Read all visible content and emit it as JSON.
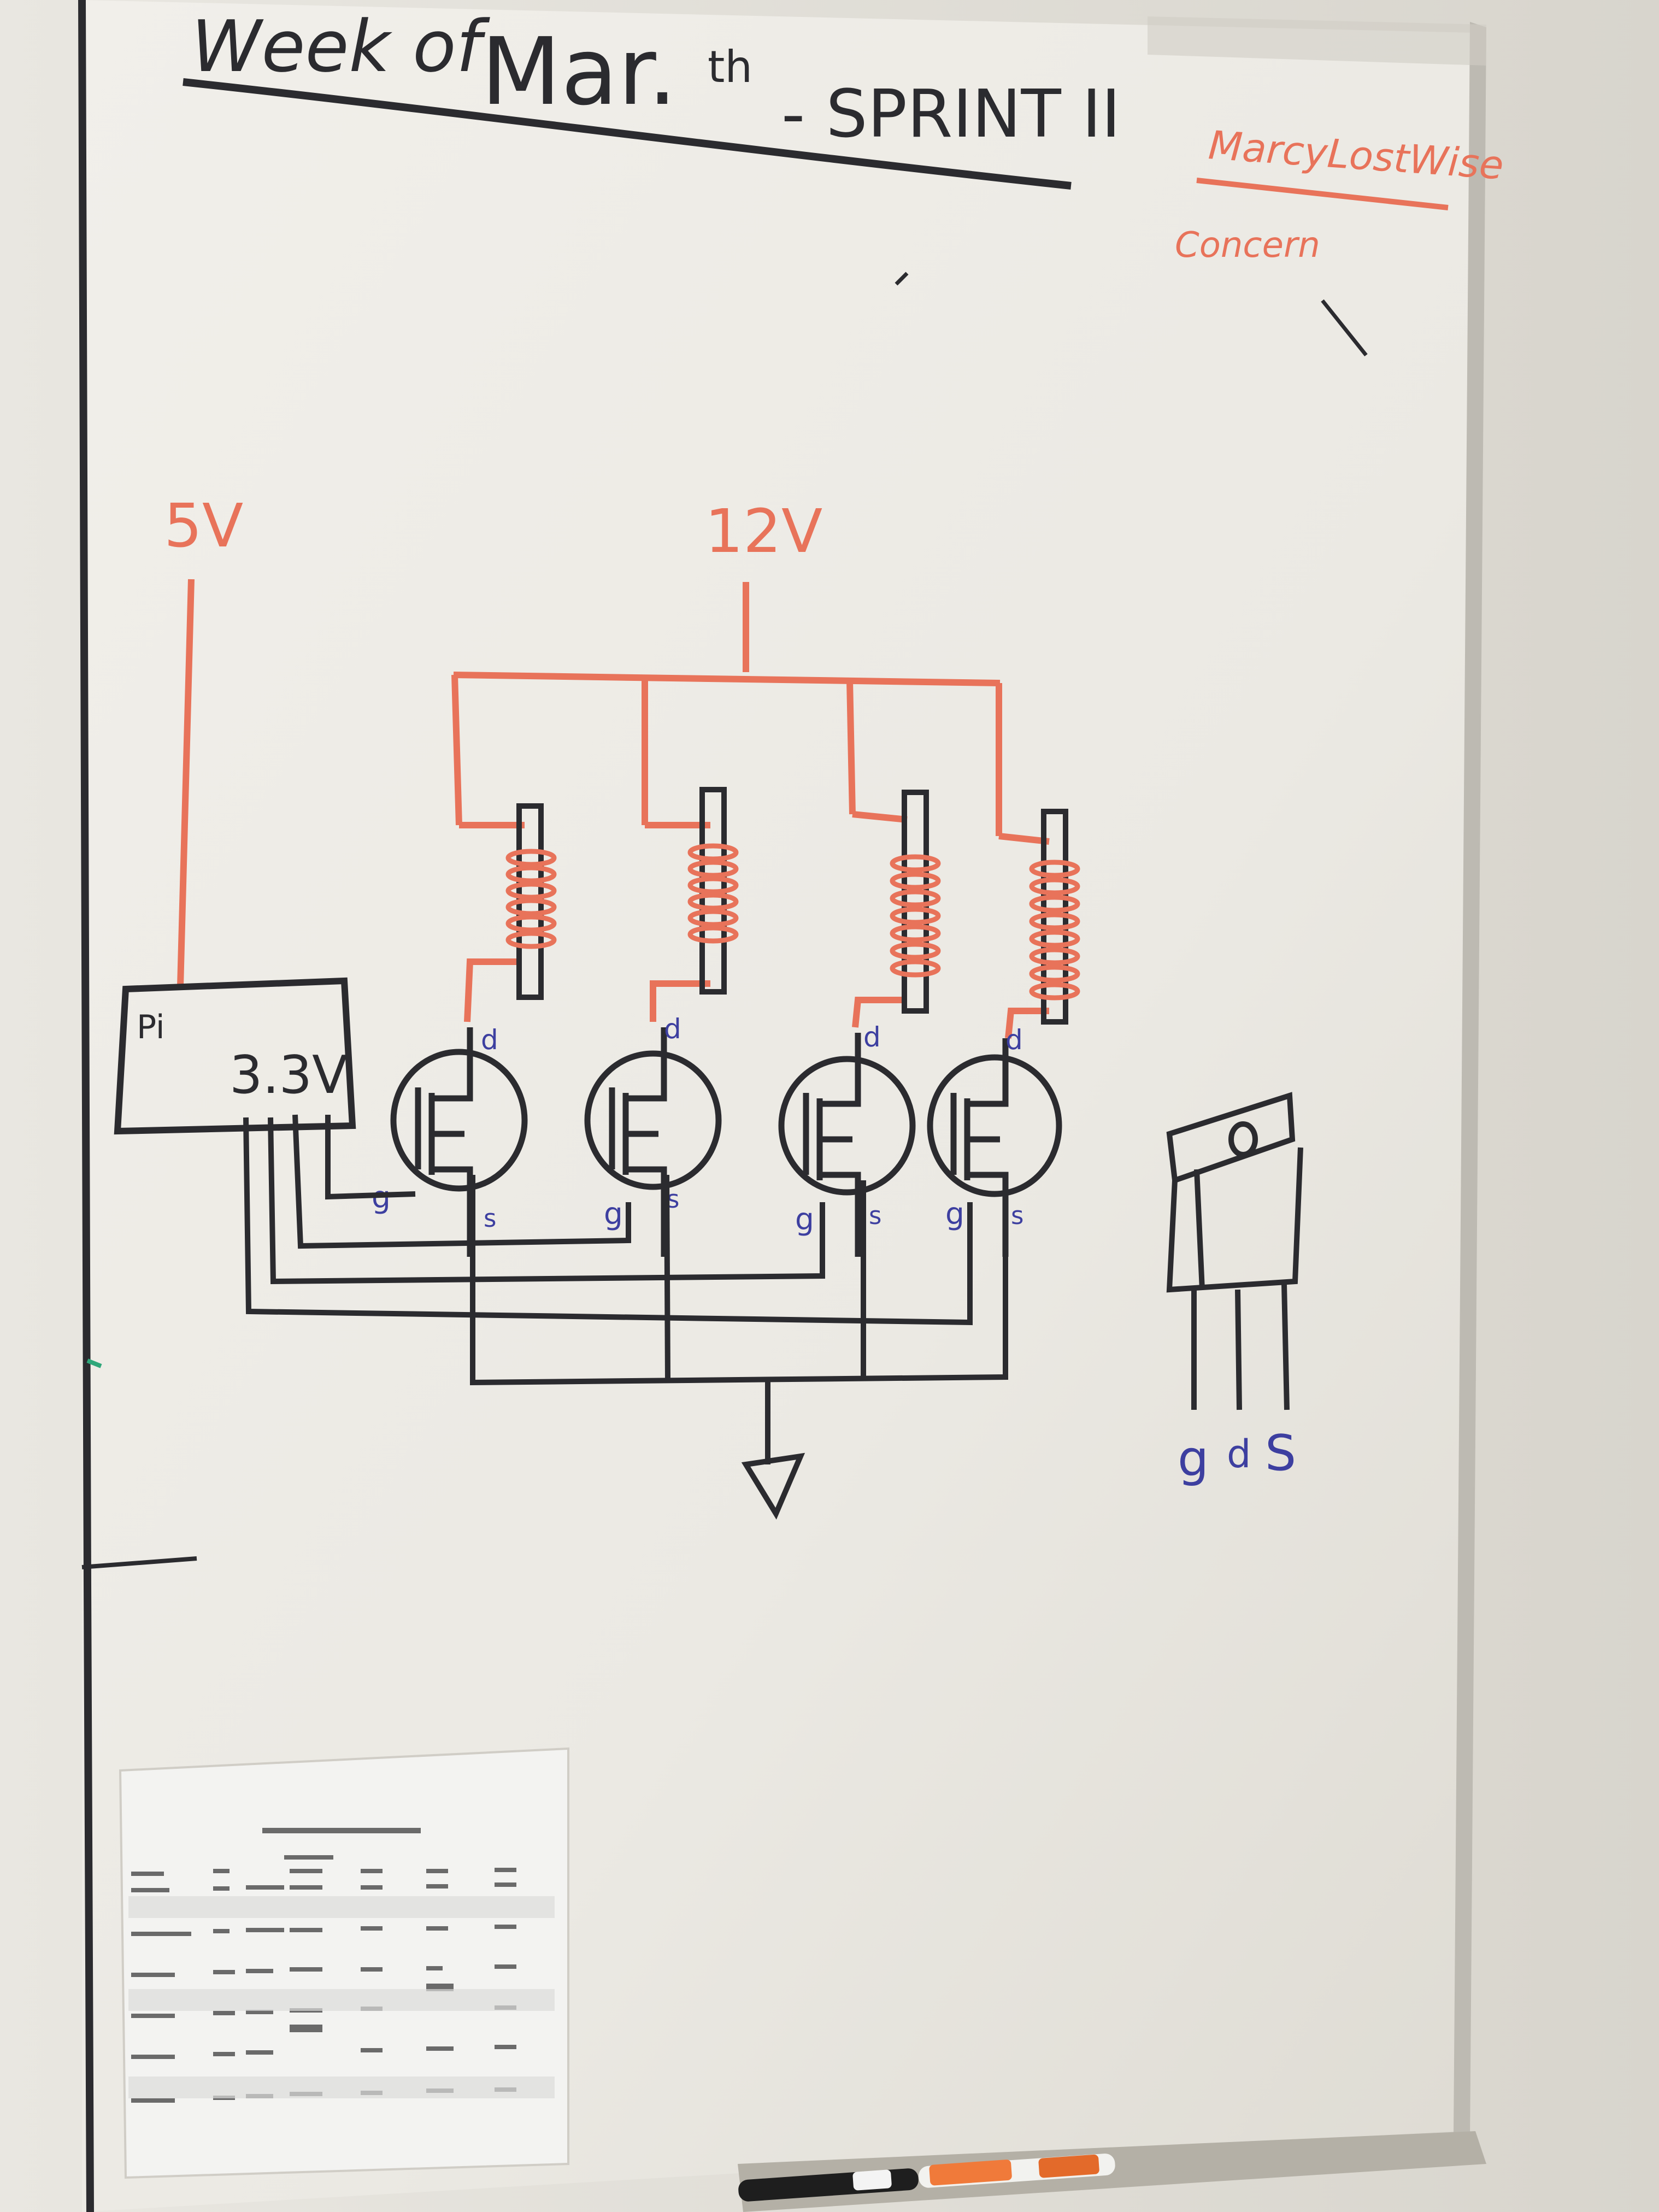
{
  "board": {
    "title_part1": "Week of",
    "title_part2": "Mar.",
    "title_sup": "th",
    "title_part3": "- SPRINT II",
    "corner_name": "MarcyLostWise",
    "corner_sub": "Concern"
  },
  "schematic": {
    "v5_label": "5V",
    "v12_label": "12V",
    "pi_label": "Pi",
    "v33_label": "3.3V",
    "drain_label": "d",
    "gate_label": "g",
    "source_label": "s",
    "pin_g": "g",
    "pin_d": "d",
    "pin_s": "S"
  },
  "colors": {
    "marker_black": "#2b2b2f",
    "marker_red": "#e8735a",
    "marker_blue": "#3d3fa0",
    "board_white": "#eeece6"
  }
}
